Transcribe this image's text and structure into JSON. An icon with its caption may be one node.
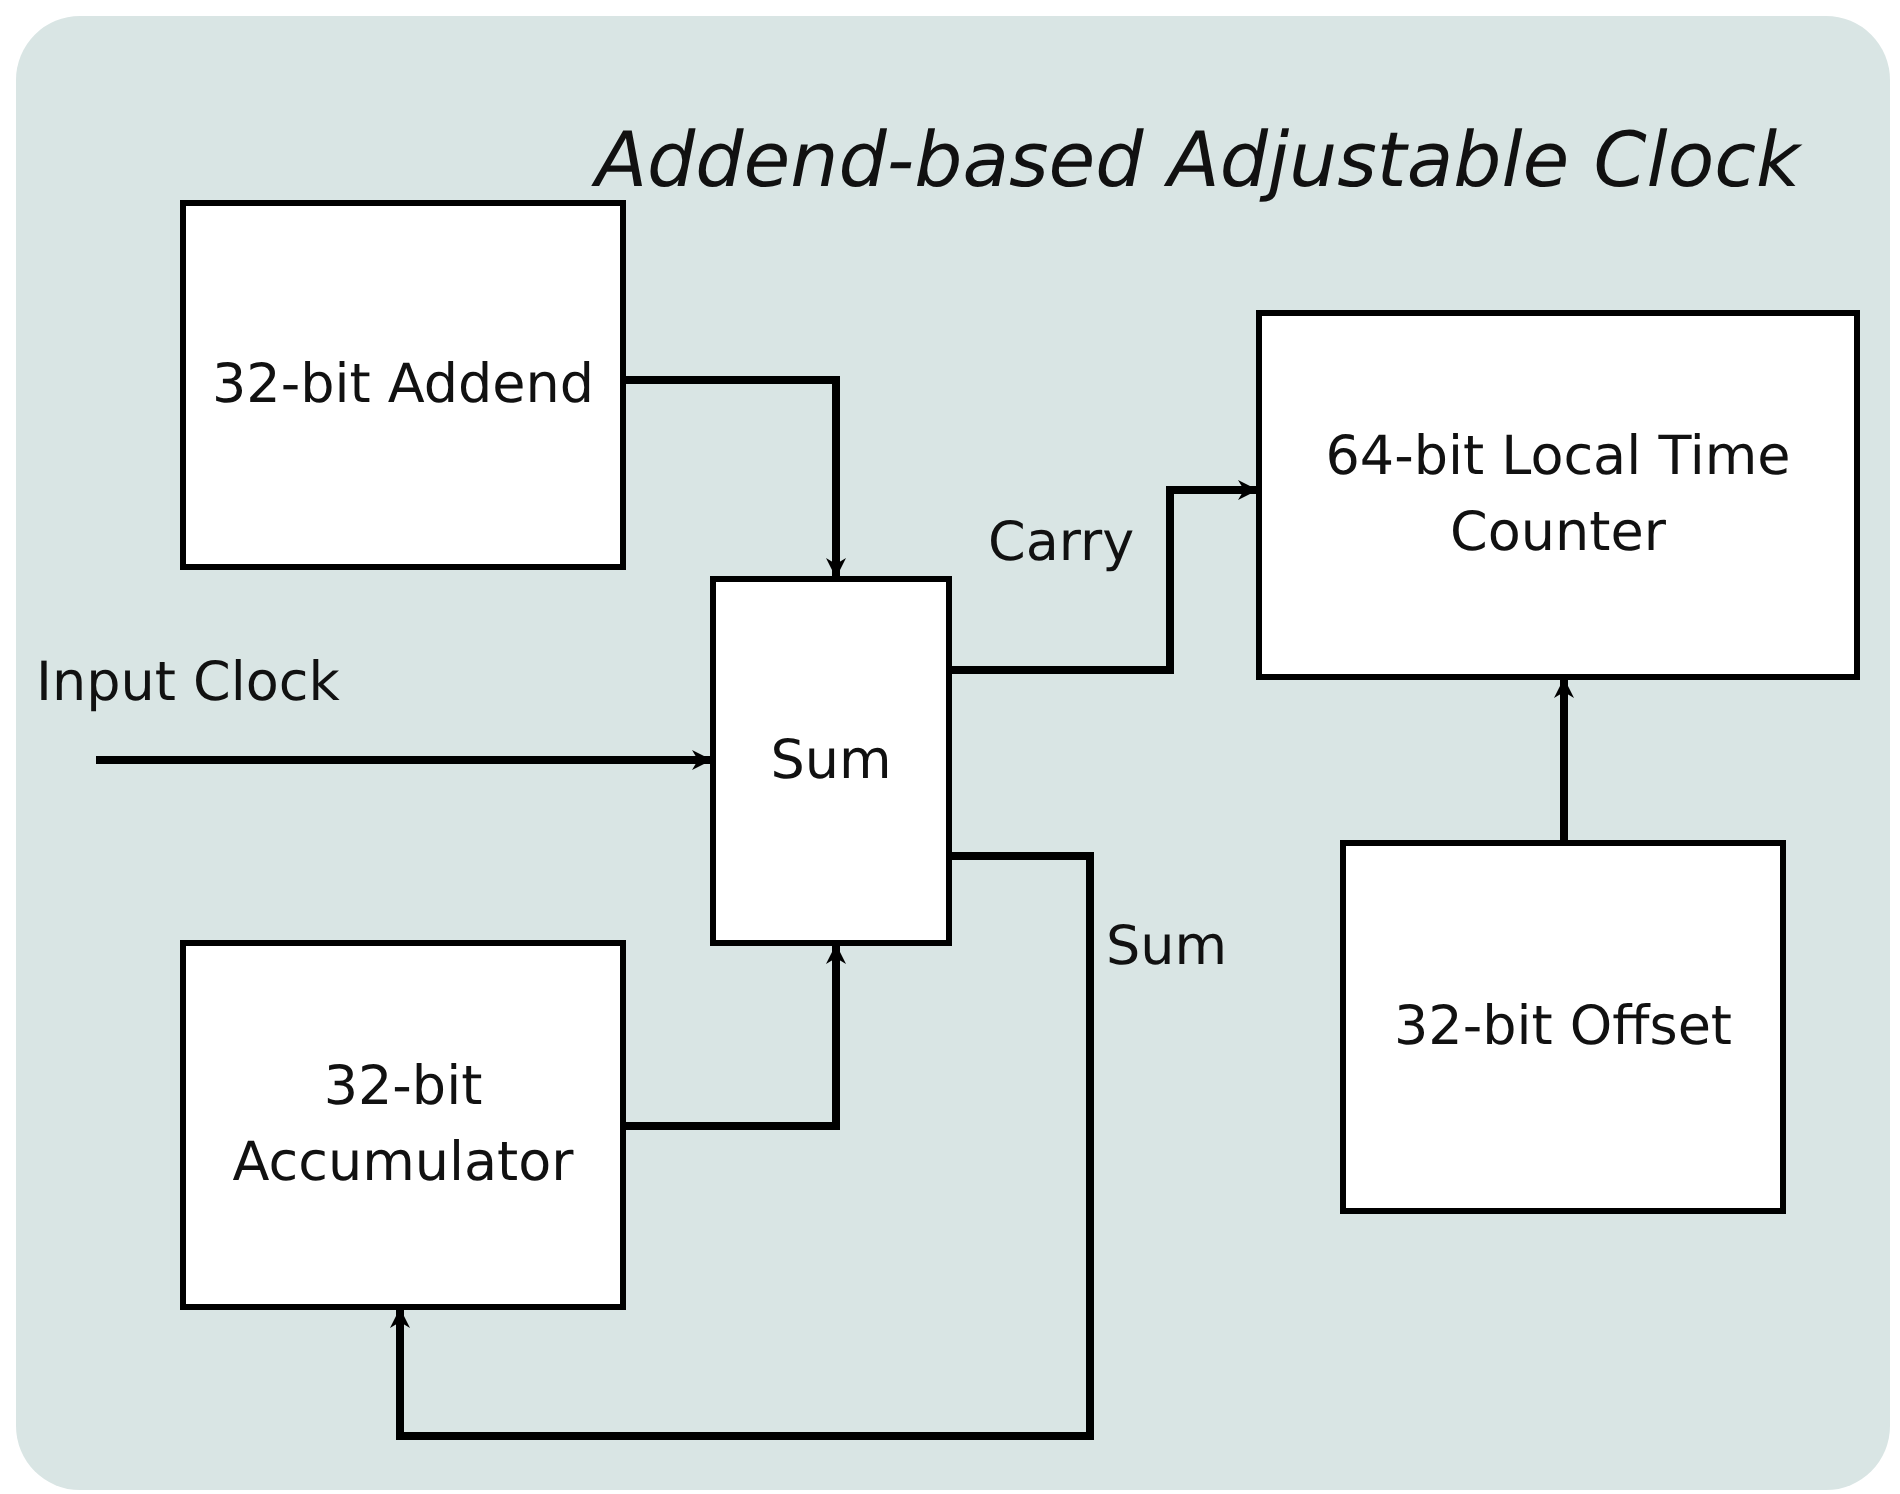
{
  "diagram": {
    "title": "Addend-based Adjustable Clock",
    "nodes": [
      {
        "text": [
          "32-bit Addend"
        ]
      },
      {
        "text": [
          "Sum"
        ]
      },
      {
        "text": [
          "64-bit Local Time Counter"
        ]
      },
      {
        "text": [
          "32-bit Offset"
        ]
      },
      {
        "text": [
          "32-bit Accumulator"
        ]
      }
    ],
    "edges": [
      {
        "from": 0,
        "to": 1,
        "arrow": "to"
      },
      {
        "from": null,
        "to": 1,
        "arrow": "to",
        "label": "Input Clock"
      },
      {
        "from": 1,
        "to": 2,
        "arrow": "to",
        "label": "Carry"
      },
      {
        "from": 3,
        "to": 2,
        "arrow": "to"
      },
      {
        "from": 4,
        "to": 1,
        "arrow": "to"
      },
      {
        "from": 1,
        "to": 4,
        "arrow": "to",
        "label": "Sum"
      }
    ]
  }
}
